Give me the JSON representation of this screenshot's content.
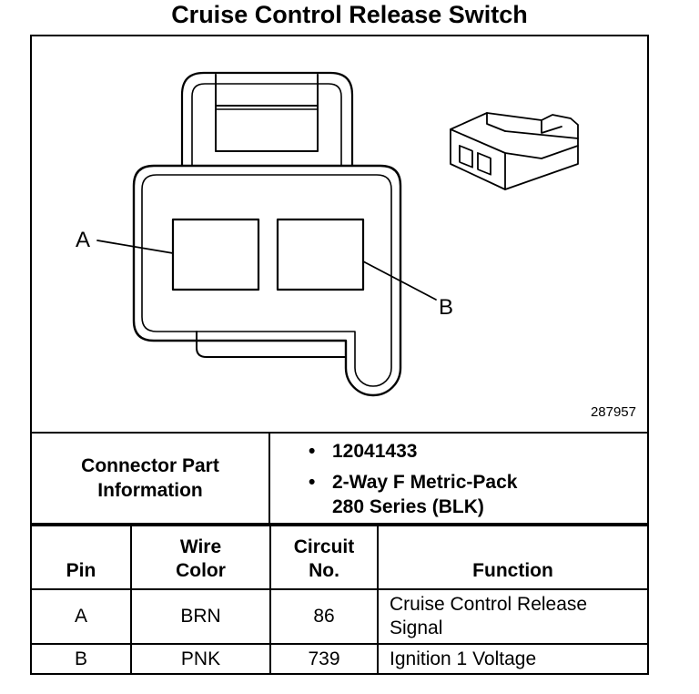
{
  "title": "Cruise Control Release Switch",
  "diagram": {
    "pin_a_label": "A",
    "pin_b_label": "B",
    "doc_number": "287957"
  },
  "connector_info": {
    "label_line1": "Connector Part",
    "label_line2": "Information",
    "part_number": "12041433",
    "description_line1": "2-Way F Metric-Pack",
    "description_line2": "280 Series (BLK)"
  },
  "table": {
    "headers": {
      "pin": "Pin",
      "wire_line1": "Wire",
      "wire_line2": "Color",
      "circuit_line1": "Circuit",
      "circuit_line2": "No.",
      "function": "Function"
    },
    "rows": [
      {
        "pin": "A",
        "wire_color": "BRN",
        "circuit": "86",
        "function_line1": "Cruise Control Release",
        "function_line2": "Signal"
      },
      {
        "pin": "B",
        "wire_color": "PNK",
        "circuit": "739",
        "function_line1": "Ignition 1 Voltage",
        "function_line2": ""
      }
    ]
  }
}
